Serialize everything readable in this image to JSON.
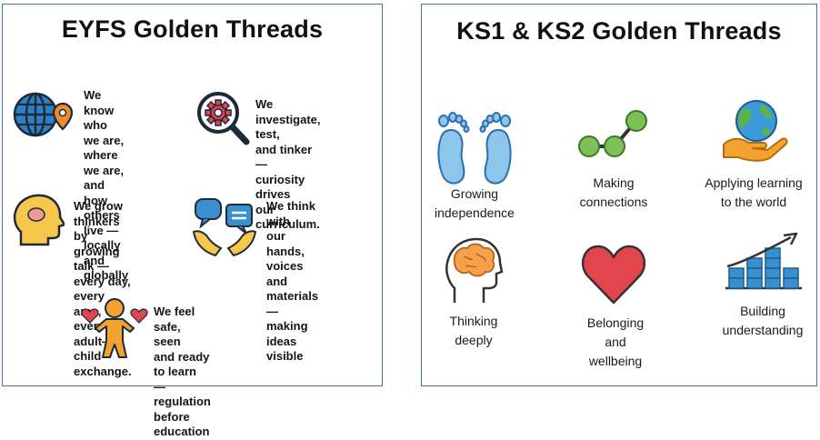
{
  "left_panel": {
    "title": "EYFS Golden Threads",
    "items": [
      {
        "icon": "globe-location-icon",
        "text": "We know who\nwe are, where\nwe are, and how\nothers live —\nlocally and\nglobally"
      },
      {
        "icon": "gear-magnifier-icon",
        "text": "We investigate, test,\nand tinker —\ncuriosity drives\nour curriculum."
      },
      {
        "icon": "head-thinking-icon",
        "text": "We grow thinkers\nby growing talk —\nevery day, every\narea, every adult—\nchild exchange."
      },
      {
        "icon": "hands-speech-bubbles-icon",
        "text": "We think with\nour hands,\nvoices and\nmaterials —\nmaking ideas\nvisible"
      },
      {
        "icon": "child-hearts-icon",
        "text": "We feel safe, seen\nand ready to learn\n— regulation\nbefore education"
      }
    ]
  },
  "right_panel": {
    "title": "KS1 & KS2 Golden Threads",
    "items": [
      {
        "icon": "footprints-icon",
        "label": "Growing\nindependence"
      },
      {
        "icon": "molecule-icon",
        "label": "Making\nconnections"
      },
      {
        "icon": "globe-hand-icon",
        "label": "Applying learning\nto the world"
      },
      {
        "icon": "brain-head-icon",
        "label": "Thinking\ndeeply"
      },
      {
        "icon": "heart-icon",
        "label": "Belonging\nand\nwellbeing"
      },
      {
        "icon": "growth-blocks-icon",
        "label": "Building\nunderstanding"
      }
    ]
  },
  "colors": {
    "border": "#3d6fb6",
    "blue": "#3a8fd0",
    "orange": "#f3a12f",
    "red": "#e2454d",
    "green": "#6ab04c",
    "dark": "#1c2b3a"
  }
}
